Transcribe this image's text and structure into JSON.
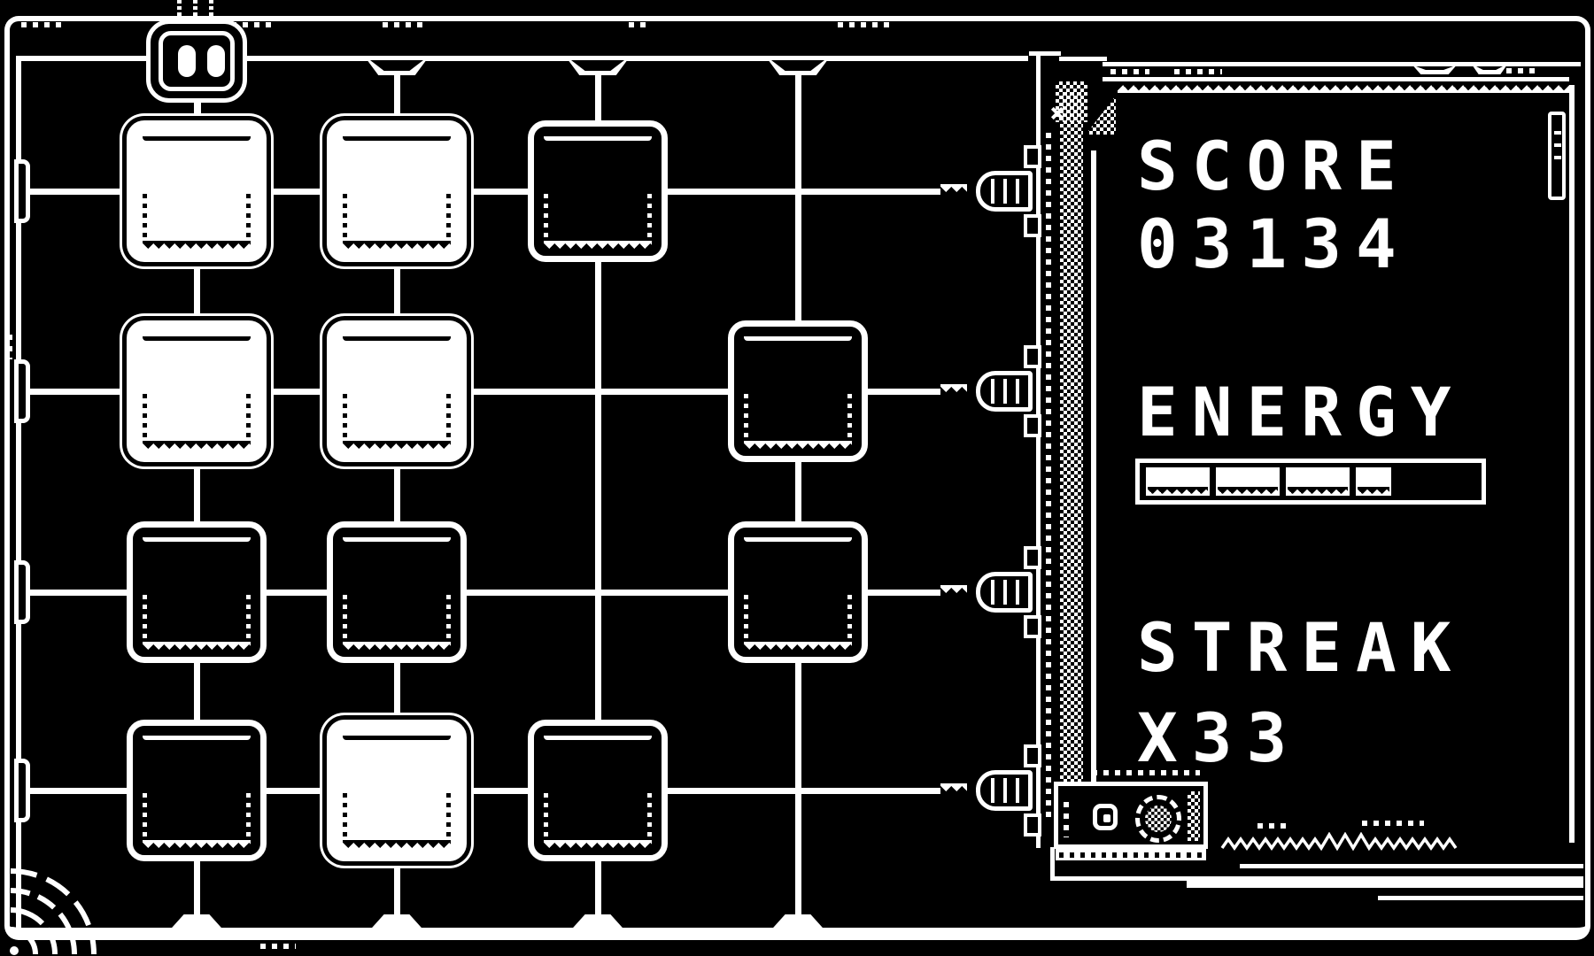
{
  "colors": {
    "background": "#000000",
    "foreground": "#ffffff"
  },
  "hud": {
    "score": {
      "label": "SCORE",
      "value": "03134"
    },
    "energy": {
      "label": "ENERGY",
      "capacity": 5,
      "segments": [
        1,
        1,
        1,
        0.55
      ]
    },
    "streak": {
      "label": "STREAK",
      "value": "X33"
    }
  },
  "board": {
    "rows": 4,
    "cols": 4,
    "tiles": [
      {
        "row": 1,
        "col": 1,
        "state": "on"
      },
      {
        "row": 1,
        "col": 2,
        "state": "on"
      },
      {
        "row": 1,
        "col": 3,
        "state": "off"
      },
      {
        "row": 2,
        "col": 1,
        "state": "on"
      },
      {
        "row": 2,
        "col": 2,
        "state": "on"
      },
      {
        "row": 2,
        "col": 4,
        "state": "off"
      },
      {
        "row": 3,
        "col": 1,
        "state": "off"
      },
      {
        "row": 3,
        "col": 2,
        "state": "off"
      },
      {
        "row": 3,
        "col": 4,
        "state": "off"
      },
      {
        "row": 4,
        "col": 1,
        "state": "off"
      },
      {
        "row": 4,
        "col": 2,
        "state": "on"
      },
      {
        "row": 4,
        "col": 3,
        "state": "off"
      }
    ],
    "empty_crossings": [
      [
        1,
        4
      ],
      [
        2,
        3
      ],
      [
        3,
        3
      ],
      [
        4,
        4
      ]
    ],
    "robot": {
      "col": 1,
      "eyes": 2,
      "icon": "robot-face-icon"
    }
  },
  "panel": {
    "plug_rows": [
      1,
      2,
      3,
      4
    ],
    "plug_icon": "cable-plug-icon",
    "module": {
      "knobs": [
        "small-knob-icon",
        "large-gear-knob-icon"
      ]
    },
    "decorations": [
      "sawtooth-edge",
      "dither-strip",
      "signal-zigzag-icon",
      "side-tab"
    ]
  },
  "decorations": {
    "corner": "spiral-shell-icon"
  }
}
